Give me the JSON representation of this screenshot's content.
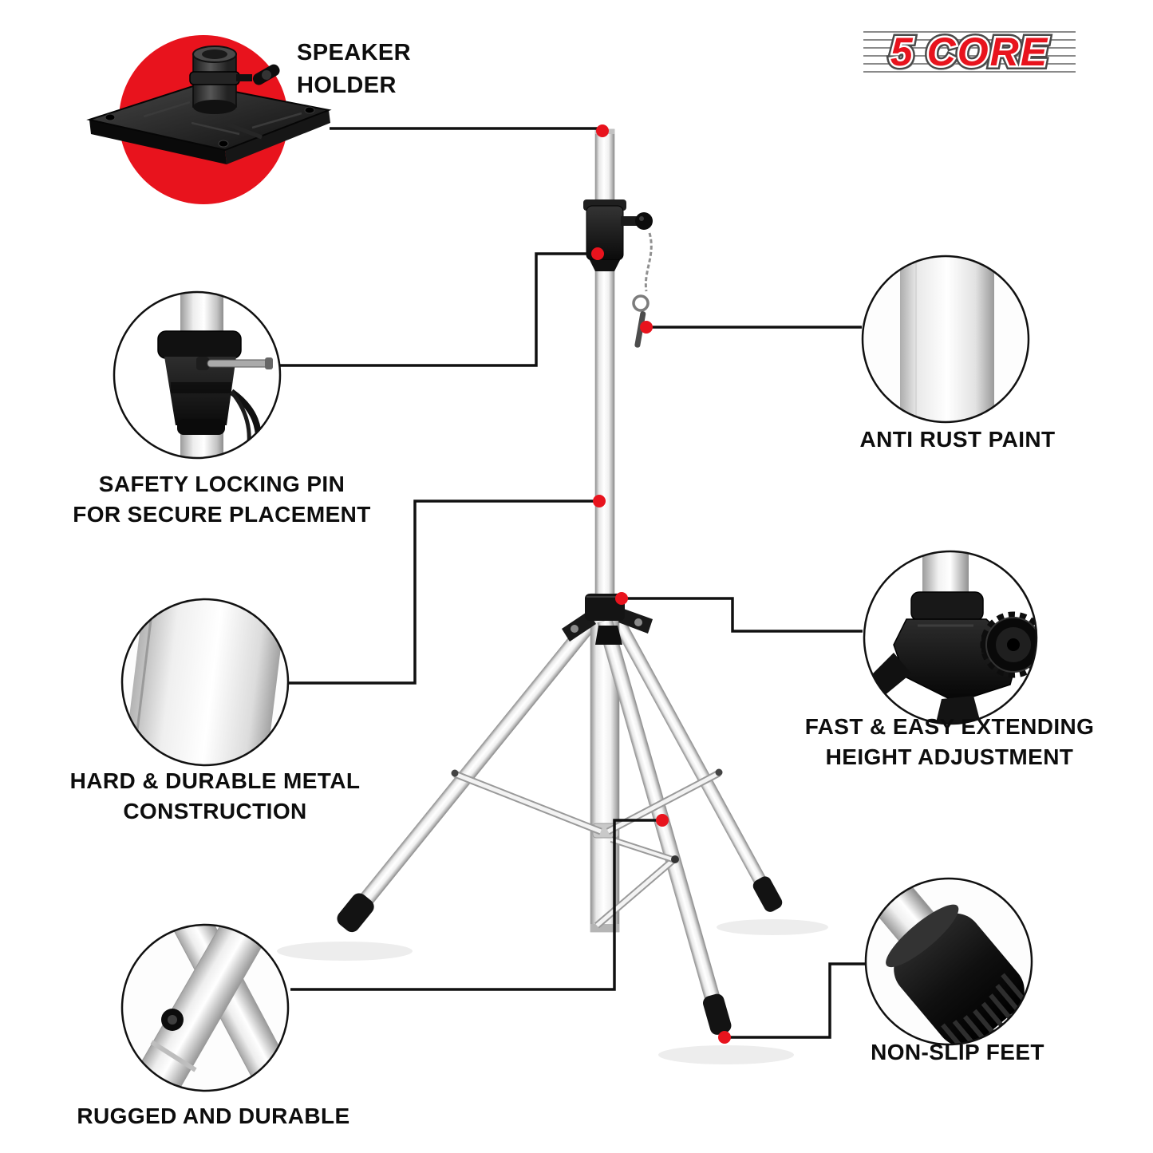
{
  "brand": {
    "logo_text": "5 CORE"
  },
  "colors": {
    "accent_red": "#e8131d",
    "connector_black": "#101010",
    "text_black": "#0d0d0d",
    "product_metal": "#f2f2f2",
    "product_hardware": "#141414"
  },
  "callouts": {
    "speaker_holder": {
      "line1": "SPEAKER",
      "line2": "HOLDER"
    },
    "safety_pin": {
      "line1": "SAFETY LOCKING PIN",
      "line2": "FOR SECURE PLACEMENT"
    },
    "anti_rust": {
      "line1": "ANTI RUST PAINT"
    },
    "hard_metal": {
      "line1": "HARD & DURABLE METAL",
      "line2": "CONSTRUCTION"
    },
    "height_adjust": {
      "line1": "FAST & EASY EXTENDING",
      "line2": "HEIGHT ADJUSTMENT"
    },
    "rugged": {
      "line1": "RUGGED AND DURABLE"
    },
    "non_slip": {
      "line1": "NON-SLIP FEET"
    }
  }
}
